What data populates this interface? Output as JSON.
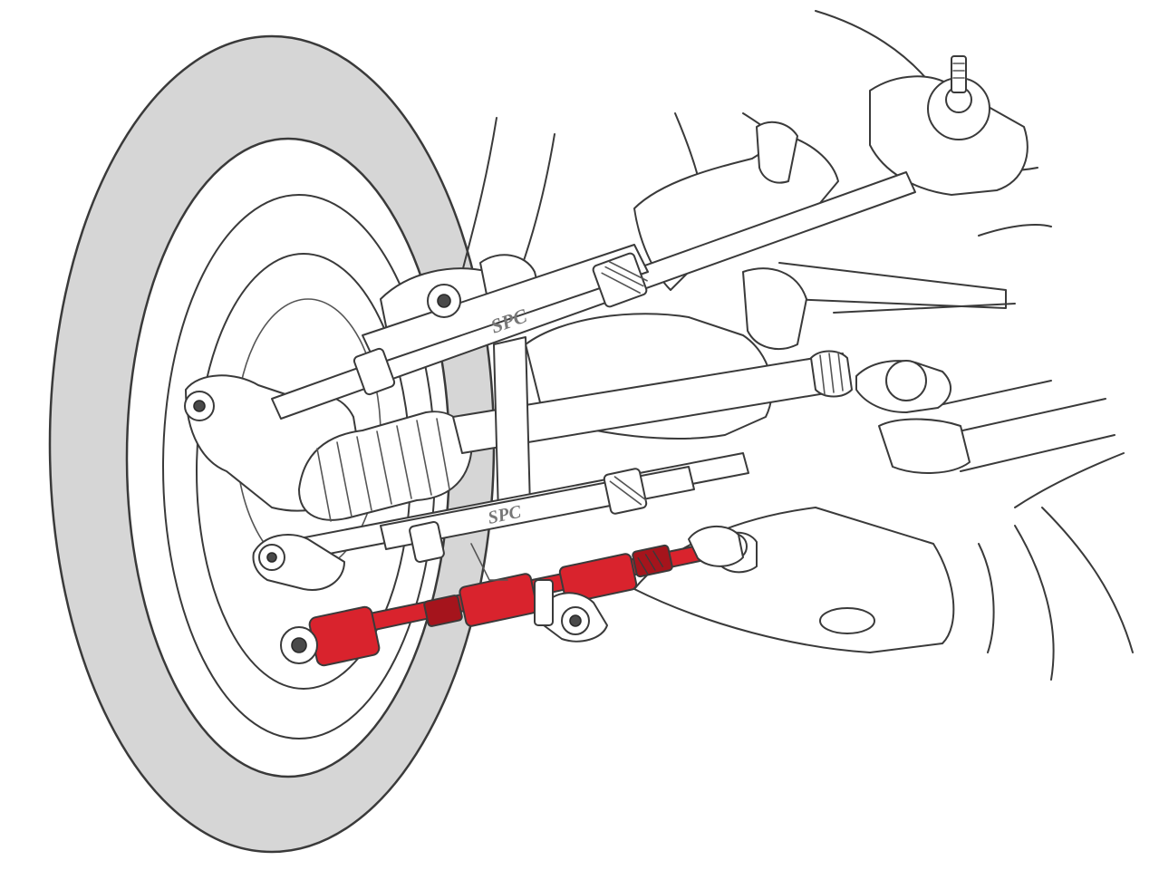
{
  "diagram": {
    "colors": {
      "tire": "#d6d6d6",
      "outline": "#3a3a3a",
      "highlight": "#d9232d",
      "highlight_dark": "#a5141c",
      "background": "#ffffff"
    },
    "highlighted_component": "rear-toe-arm",
    "logo_marks": [
      "SPC",
      "SPC"
    ]
  }
}
